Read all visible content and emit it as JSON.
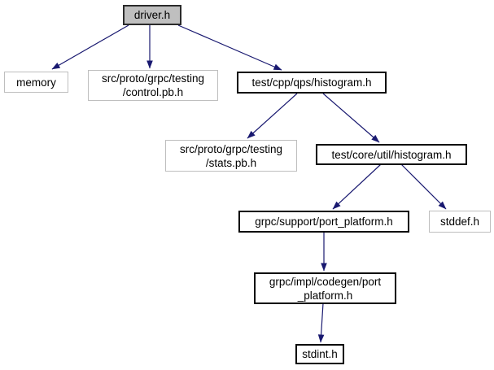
{
  "graph": {
    "type": "include-dependency-graph",
    "colors": {
      "edge": "#191970",
      "root_fill": "#bfbfbf",
      "linked_border": "#000000",
      "plain_border": "#bebebe",
      "text": "#000000",
      "background": "#ffffff"
    },
    "nodes": {
      "driver": {
        "label": "driver.h"
      },
      "memory": {
        "label": "memory"
      },
      "control": {
        "line1": "src/proto/grpc/testing",
        "line2": "/control.pb.h"
      },
      "cpp_histogram": {
        "label": "test/cpp/qps/histogram.h"
      },
      "stats": {
        "line1": "src/proto/grpc/testing",
        "line2": "/stats.pb.h"
      },
      "core_histogram": {
        "label": "test/core/util/histogram.h"
      },
      "support_port": {
        "label": "grpc/support/port_platform.h"
      },
      "stddef": {
        "label": "stddef.h"
      },
      "codegen_port": {
        "line1": "grpc/impl/codegen/port",
        "line2": "_platform.h"
      },
      "stdint": {
        "label": "stdint.h"
      }
    },
    "edges": [
      {
        "from": "driver.h",
        "to": "memory"
      },
      {
        "from": "driver.h",
        "to": "src/proto/grpc/testing/control.pb.h"
      },
      {
        "from": "driver.h",
        "to": "test/cpp/qps/histogram.h"
      },
      {
        "from": "test/cpp/qps/histogram.h",
        "to": "src/proto/grpc/testing/stats.pb.h"
      },
      {
        "from": "test/cpp/qps/histogram.h",
        "to": "test/core/util/histogram.h"
      },
      {
        "from": "test/core/util/histogram.h",
        "to": "grpc/support/port_platform.h"
      },
      {
        "from": "test/core/util/histogram.h",
        "to": "stddef.h"
      },
      {
        "from": "grpc/support/port_platform.h",
        "to": "grpc/impl/codegen/port_platform.h"
      },
      {
        "from": "grpc/impl/codegen/port_platform.h",
        "to": "stdint.h"
      }
    ]
  }
}
